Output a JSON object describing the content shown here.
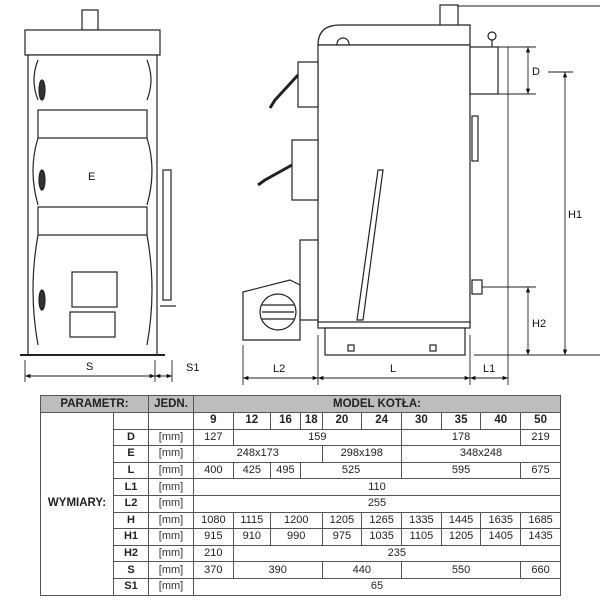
{
  "drawing": {
    "front_label": "E",
    "dims": {
      "S": "S",
      "S1": "S1",
      "L2": "L2",
      "L": "L",
      "L1": "L1",
      "D": "D",
      "H1": "H1",
      "H2": "H2"
    }
  },
  "table": {
    "header": {
      "param": "PARAMETR:",
      "unit": "JEDN.",
      "model": "MODEL KOTŁA:"
    },
    "group": "WYMIARY:",
    "models": [
      "9",
      "12",
      "16",
      "18",
      "20",
      "24",
      "30",
      "35",
      "40",
      "50"
    ],
    "rows": [
      {
        "param": "D",
        "unit": "[mm]",
        "cells": [
          {
            "v": "127",
            "span": 1
          },
          {
            "v": "159",
            "span": 5
          },
          {
            "v": "178",
            "span": 3
          },
          {
            "v": "219",
            "span": 1
          }
        ]
      },
      {
        "param": "E",
        "unit": "[mm]",
        "cells": [
          {
            "v": "248x173",
            "span": 4
          },
          {
            "v": "298x198",
            "span": 2
          },
          {
            "v": "348x248",
            "span": 4
          }
        ]
      },
      {
        "param": "L",
        "unit": "[mm]",
        "cells": [
          {
            "v": "400",
            "span": 1
          },
          {
            "v": "425",
            "span": 1
          },
          {
            "v": "495",
            "span": 1
          },
          {
            "v": "525",
            "span": 3
          },
          {
            "v": "595",
            "span": 3
          },
          {
            "v": "675",
            "span": 1
          }
        ]
      },
      {
        "param": "L1",
        "unit": "[mm]",
        "cells": [
          {
            "v": "110",
            "span": 10
          }
        ]
      },
      {
        "param": "L2",
        "unit": "[mm]",
        "cells": [
          {
            "v": "255",
            "span": 10
          }
        ]
      },
      {
        "param": "H",
        "unit": "[mm]",
        "cells": [
          {
            "v": "1080",
            "span": 1
          },
          {
            "v": "1115",
            "span": 1
          },
          {
            "v": "1200",
            "span": 2
          },
          {
            "v": "1205",
            "span": 1
          },
          {
            "v": "1265",
            "span": 1
          },
          {
            "v": "1335",
            "span": 1
          },
          {
            "v": "1445",
            "span": 1
          },
          {
            "v": "1635",
            "span": 1
          },
          {
            "v": "1685",
            "span": 1
          }
        ]
      },
      {
        "param": "H1",
        "unit": "[mm]",
        "cells": [
          {
            "v": "915",
            "span": 1
          },
          {
            "v": "910",
            "span": 1
          },
          {
            "v": "990",
            "span": 2
          },
          {
            "v": "975",
            "span": 1
          },
          {
            "v": "1035",
            "span": 1
          },
          {
            "v": "1105",
            "span": 1
          },
          {
            "v": "1205",
            "span": 1
          },
          {
            "v": "1405",
            "span": 1
          },
          {
            "v": "1435",
            "span": 1
          }
        ]
      },
      {
        "param": "H2",
        "unit": "[mm]",
        "cells": [
          {
            "v": "210",
            "span": 1
          },
          {
            "v": "235",
            "span": 9
          }
        ]
      },
      {
        "param": "S",
        "unit": "[mm]",
        "cells": [
          {
            "v": "370",
            "span": 1
          },
          {
            "v": "390",
            "span": 3
          },
          {
            "v": "440",
            "span": 2
          },
          {
            "v": "550",
            "span": 3
          },
          {
            "v": "660",
            "span": 1
          }
        ]
      },
      {
        "param": "S1",
        "unit": "[mm]",
        "cells": [
          {
            "v": "65",
            "span": 10
          }
        ]
      }
    ]
  }
}
